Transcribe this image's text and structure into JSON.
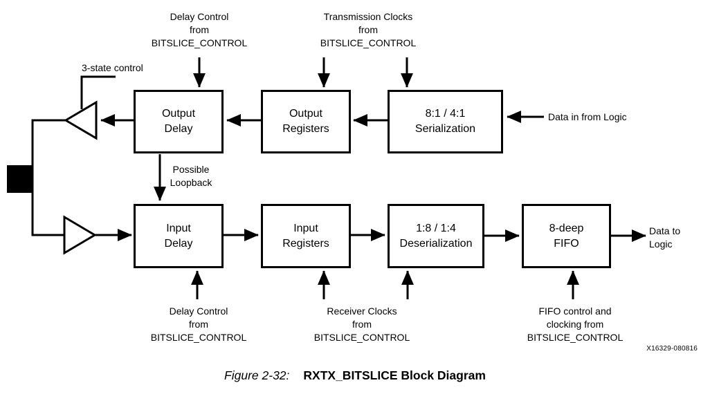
{
  "diagram": {
    "blocks": {
      "output_delay": {
        "label": "Output\nDelay"
      },
      "output_registers": {
        "label": "Output\nRegisters"
      },
      "serialization": {
        "label": "8:1 / 4:1\nSerialization"
      },
      "input_delay": {
        "label": "Input\nDelay"
      },
      "input_registers": {
        "label": "Input\nRegisters"
      },
      "deserialization": {
        "label": "1:8 / 1:4\nDeserialization"
      },
      "fifo": {
        "label": "8-deep\nFIFO"
      }
    },
    "labels": {
      "delay_control_top": "Delay Control\nfrom\nBITSLICE_CONTROL",
      "transmission_clocks": "Transmission Clocks\nfrom\nBITSLICE_CONTROL",
      "three_state_control": "3-state control",
      "data_in_from_logic": "Data in from Logic",
      "possible_loopback": "Possible\nLoopback",
      "delay_control_bottom": "Delay Control\nfrom\nBITSLICE_CONTROL",
      "receiver_clocks": "Receiver Clocks\nfrom\nBITSLICE_CONTROL",
      "fifo_control": "FIFO control and\nclocking from\nBITSLICE_CONTROL",
      "data_to_logic": "Data to\nLogic"
    },
    "doc_id": "X16329-080816"
  },
  "caption": {
    "label": "Figure 2-32:",
    "title": "RXTX_BITSLICE Block Diagram"
  },
  "colors": {
    "ink": "#000000",
    "background": "#ffffff"
  }
}
